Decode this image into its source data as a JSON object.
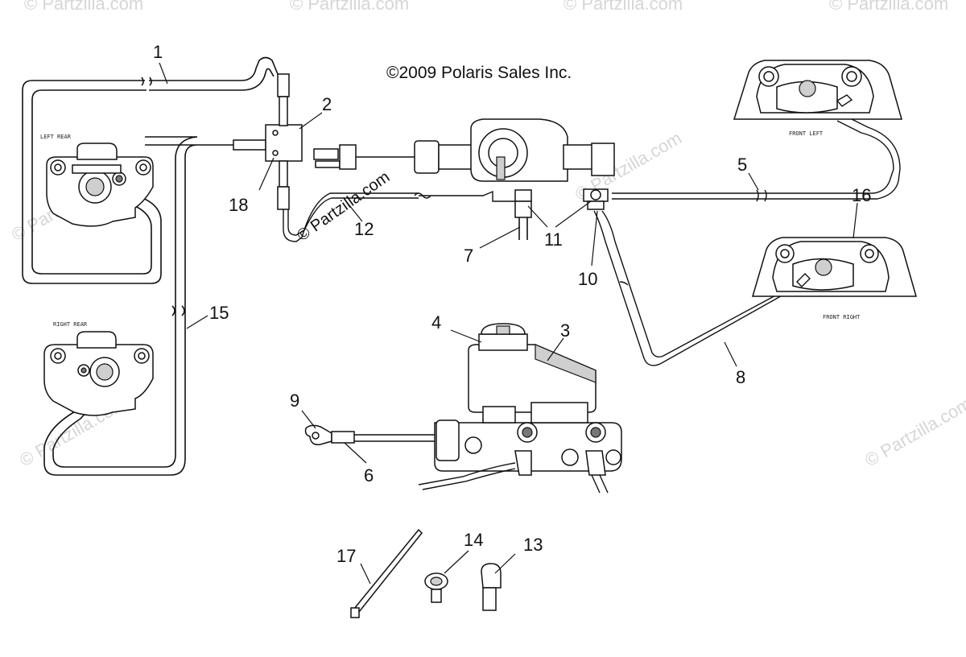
{
  "copyright": "©2009 Polaris Sales Inc.",
  "watermark_overlay": "© Partzilla.com",
  "watermarks": [
    "© Partzilla.com",
    "© Partzilla.com",
    "© Partzilla.com",
    "© Partzilla.com",
    "© Partzilla.com",
    "© Partzilla.com",
    "© Partzilla.com",
    "© Partzilla.com"
  ],
  "caliper_labels": {
    "left_rear": "LEFT REAR",
    "right_rear": "RIGHT REAR",
    "front_left": "FRONT LEFT",
    "front_right": "FRONT RIGHT"
  },
  "callouts": {
    "c1": "1",
    "c2": "2",
    "c3": "3",
    "c4": "4",
    "c5": "5",
    "c6": "6",
    "c7": "7",
    "c8": "8",
    "c9": "9",
    "c10": "10",
    "c11": "11",
    "c12": "12",
    "c13": "13",
    "c14": "14",
    "c15": "15",
    "c16": "16",
    "c17": "17",
    "c18": "18"
  }
}
